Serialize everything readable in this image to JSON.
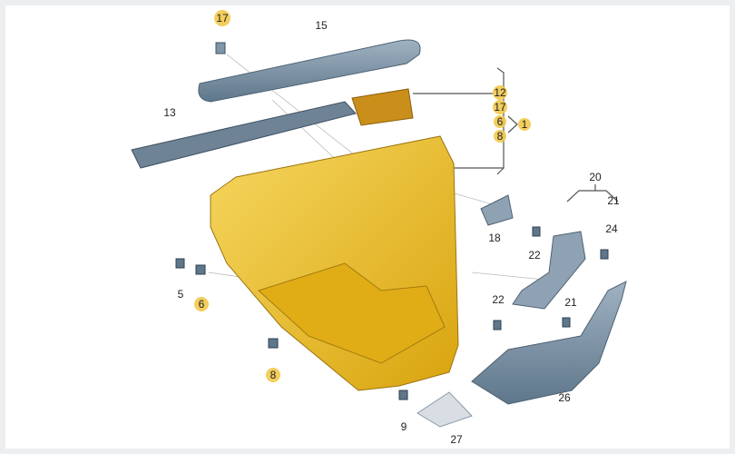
{
  "diagram": {
    "callouts": [
      {
        "text": "17",
        "highlighted": true
      },
      {
        "text": "15",
        "highlighted": false
      },
      {
        "text": "13",
        "highlighted": false
      },
      {
        "text": "12",
        "highlighted": true
      },
      {
        "text": "17",
        "highlighted": true
      },
      {
        "text": "6",
        "highlighted": true
      },
      {
        "text": "8",
        "highlighted": true
      },
      {
        "text": "1",
        "highlighted": true
      },
      {
        "text": "20",
        "highlighted": false
      },
      {
        "text": "21",
        "highlighted": false
      },
      {
        "text": "24",
        "highlighted": false
      },
      {
        "text": "18",
        "highlighted": false
      },
      {
        "text": "22",
        "highlighted": false
      },
      {
        "text": "5",
        "highlighted": false
      },
      {
        "text": "6",
        "highlighted": true
      },
      {
        "text": "22",
        "highlighted": false
      },
      {
        "text": "21",
        "highlighted": false
      },
      {
        "text": "8",
        "highlighted": true
      },
      {
        "text": "9",
        "highlighted": false
      },
      {
        "text": "27",
        "highlighted": false
      },
      {
        "text": "26",
        "highlighted": false
      }
    ],
    "colors": {
      "panel": "#e8b820",
      "trim": "#7f95a8",
      "highlight": "#f2c94c"
    }
  }
}
